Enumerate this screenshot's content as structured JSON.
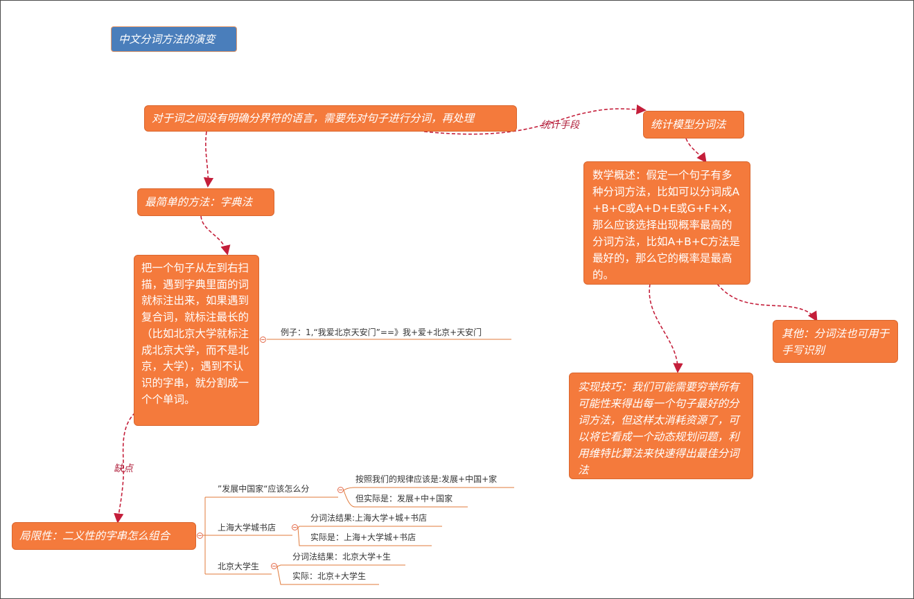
{
  "title": "中文分词方法的演变",
  "nodes": {
    "intro": "对于词之间没有明确分界符的语言，需要先对句子进行分词，再处理",
    "dictionary": "最简单的方法：字典法",
    "dictionary_desc": "把一个句子从左到右扫描，遇到字典里面的词就标注出来，如果遇到复合词，就标注最长的（比如北京大学就标注成北京大学，而不是北京，大学），遇到不认识的字串，就分割成一个个单词。",
    "limitation": "局限性：二义性的字串怎么组合",
    "statistical": "统计模型分词法",
    "math_desc": "数学概述：假定一个句子有多种分词方法，比如可以分词成A+B+C或A+D+E或G+F+X，那么应该选择出现概率最高的分词方法，比如A+B+C方法是最好的，那么它的概率是最高的。",
    "implementation": "实现技巧：我们可能需要穷举所有可能性来得出每一个句子最好的分词方法，但这样太消耗资源了，可以将它看成一个动态规划问题，利用维特比算法来快速得出最佳分词法",
    "other": "其他：分词法也可用于手写识别"
  },
  "edge_labels": {
    "statistical_means": "统计手段",
    "drawback": "缺点"
  },
  "example": "例子：1,“我爱北京天安门”==》我+爱+北京+天安门",
  "ambiguity": [
    {
      "label": "”发展中国家“应该怎么分",
      "children": [
        "按照我们的规律应该是:发展+中国+家",
        "但实际是：发展+中+国家"
      ]
    },
    {
      "label": "上海大学城书店",
      "children": [
        "分词法结果:上海大学+城+书店",
        "实际是：上海+大学城+书店"
      ]
    },
    {
      "label": "北京大学生",
      "children": [
        "分词法结果：北京大学+生",
        "实际：北京+大学生"
      ]
    }
  ],
  "colors": {
    "node_fill": "#f47a3c",
    "title_fill": "#4a7ebb",
    "connector": "#c41e3a",
    "leaf_line": "#e07a3a"
  }
}
